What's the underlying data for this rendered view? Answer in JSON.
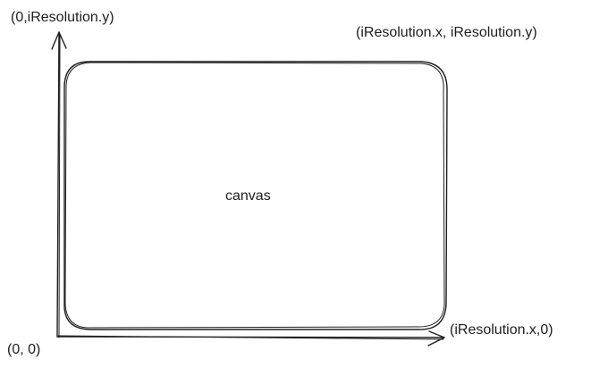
{
  "labels": {
    "top_left": "(0,iResolution.y)",
    "top_right": "(iResolution.x, iResolution.y)",
    "center": "canvas",
    "bottom_right": "(iResolution.x,0)",
    "origin": "(0, 0)"
  }
}
